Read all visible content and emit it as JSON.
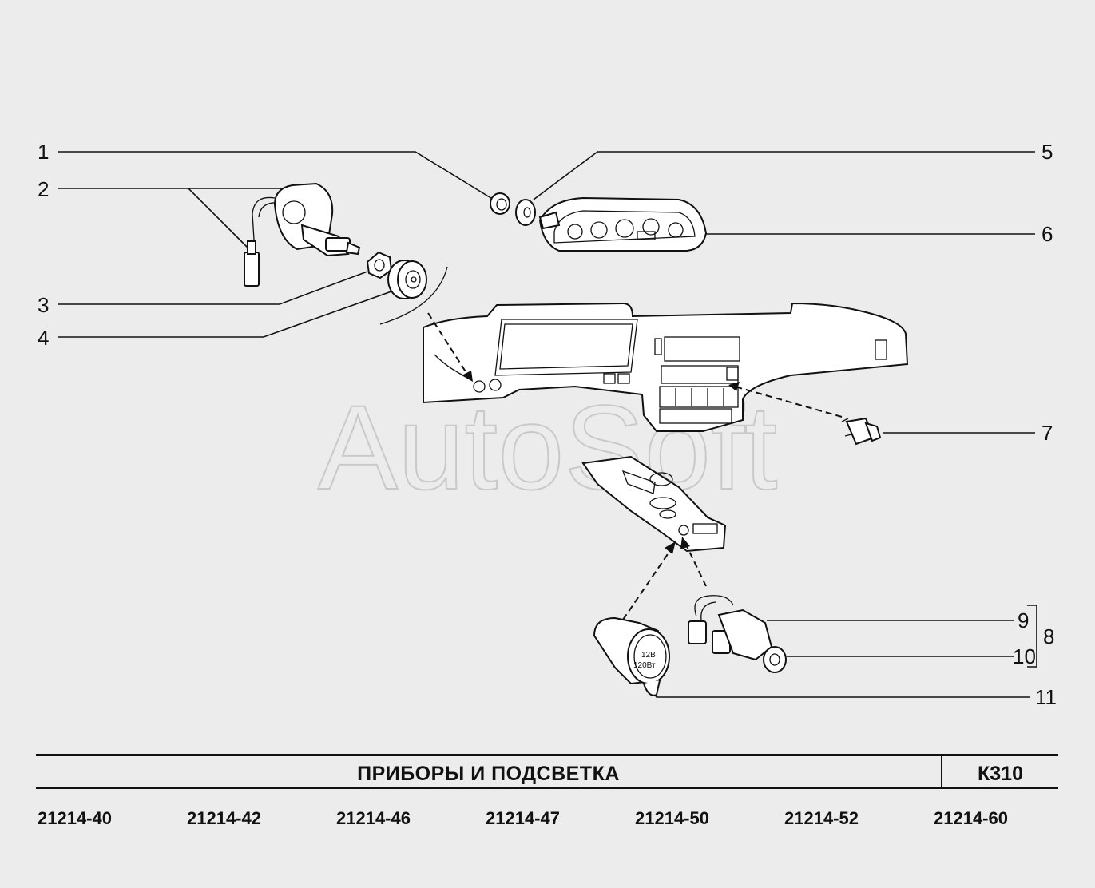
{
  "watermark": "AutoSoft",
  "callouts": [
    {
      "id": "1",
      "label": "1"
    },
    {
      "id": "2",
      "label": "2"
    },
    {
      "id": "3",
      "label": "3"
    },
    {
      "id": "4",
      "label": "4"
    },
    {
      "id": "5",
      "label": "5"
    },
    {
      "id": "6",
      "label": "6"
    },
    {
      "id": "7",
      "label": "7"
    },
    {
      "id": "8",
      "label": "8"
    },
    {
      "id": "9",
      "label": "9"
    },
    {
      "id": "10",
      "label": "10"
    },
    {
      "id": "11",
      "label": "11"
    }
  ],
  "footer": {
    "title": "ПРИБОРЫ   И   ПОДСВЕТКА",
    "code": "К310",
    "models": [
      "21214-40",
      "21214-42",
      "21214-46",
      "21214-47",
      "21214-50",
      "21214-52",
      "21214-60"
    ]
  },
  "lighter_marking": {
    "line1": "12В",
    "line2": "120Вт"
  }
}
